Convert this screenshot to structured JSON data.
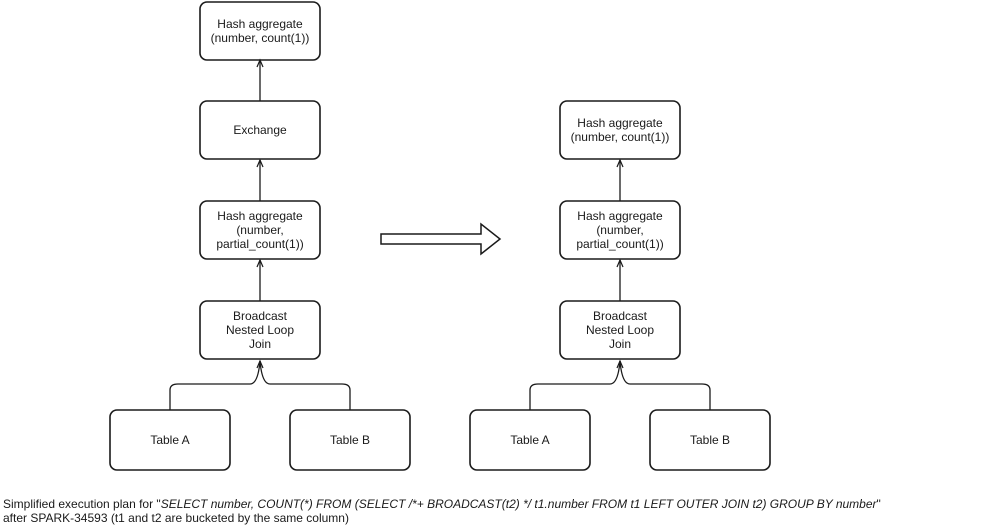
{
  "left_plan": {
    "hash_aggregate_final": [
      "Hash aggregate",
      "(number, count(1))"
    ],
    "exchange": [
      "Exchange"
    ],
    "hash_aggregate_partial": [
      "Hash aggregate",
      "(number,",
      "partial_count(1))"
    ],
    "broadcast_join": [
      "Broadcast",
      "Nested Loop",
      "Join"
    ],
    "table_a": [
      "Table A"
    ],
    "table_b": [
      "Table B"
    ]
  },
  "right_plan": {
    "hash_aggregate_final": [
      "Hash aggregate",
      "(number, count(1))"
    ],
    "hash_aggregate_partial": [
      "Hash aggregate",
      "(number,",
      "partial_count(1))"
    ],
    "broadcast_join": [
      "Broadcast",
      "Nested Loop",
      "Join"
    ],
    "table_a": [
      "Table A"
    ],
    "table_b": [
      "Table B"
    ]
  },
  "caption": {
    "prefix": "Simplified execution plan for \"",
    "query": "SELECT number, COUNT(*) FROM (SELECT /*+ BROADCAST(t2) */ t1.number FROM t1 LEFT OUTER JOIN  t2) GROUP BY number",
    "suffix": "\"",
    "line2": "after SPARK-34593 (t1 and t2 are bucketed by the same column)"
  }
}
